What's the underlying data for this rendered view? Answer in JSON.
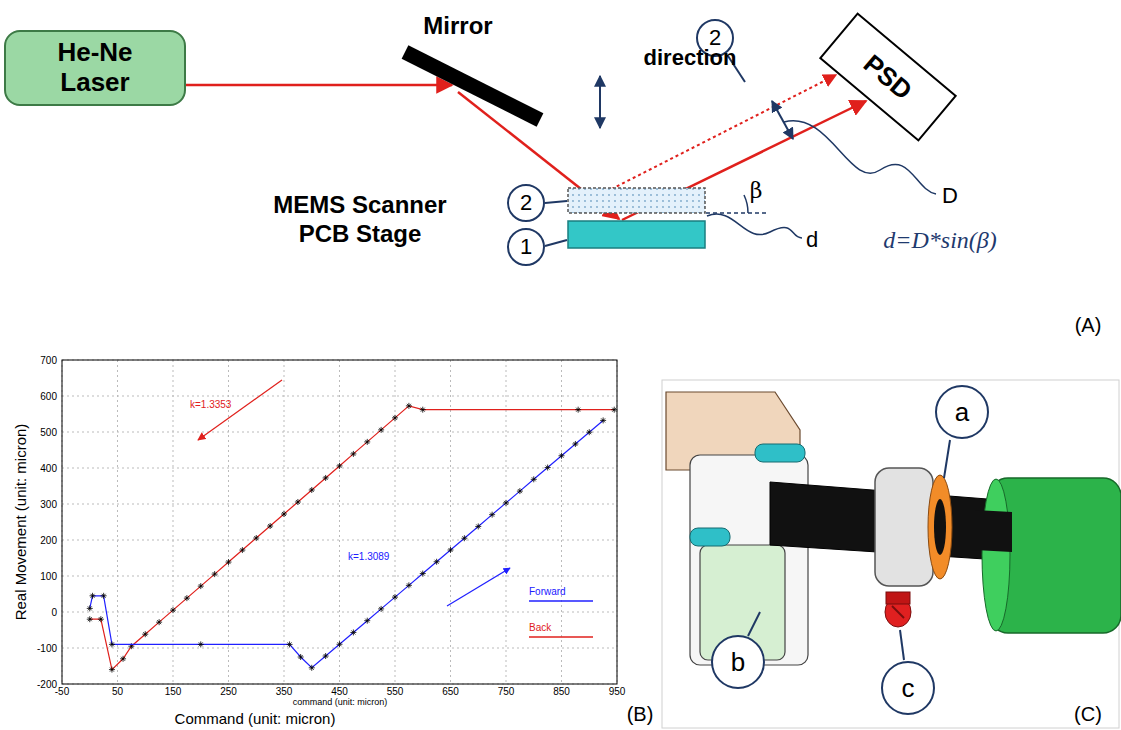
{
  "diagram": {
    "nodes": [
      {
        "text": [
          "He-Ne Laser"
        ]
      },
      {
        "text": [
          "2"
        ]
      },
      {
        "text": [
          "PSD"
        ]
      },
      {
        "text": [
          "2"
        ]
      },
      {
        "text": [
          "1"
        ]
      },
      {
        "text": [
          "a"
        ]
      },
      {
        "text": [
          "b"
        ]
      },
      {
        "text": [
          "c"
        ]
      }
    ],
    "labels": [
      "Mirror",
      "direction",
      "MEMS Scanner PCB Stage",
      "β",
      "d",
      "D",
      "d=D*sin(β)",
      "(A)",
      "700",
      "600",
      "500",
      "400",
      "300",
      "200",
      "100",
      "0",
      "-100",
      "-200",
      "-50",
      "50",
      "150",
      "250",
      "350",
      "450",
      "550",
      "650",
      "750",
      "850",
      "950",
      "Real Movement (unit: micron)",
      "command (unit: micron)",
      "Command (unit: micron)",
      "k=1.3353",
      "k=1.3089",
      "(B)",
      "(C)"
    ],
    "legend": [
      {
        "text": "Forward"
      },
      {
        "text": "Back"
      }
    ]
  }
}
